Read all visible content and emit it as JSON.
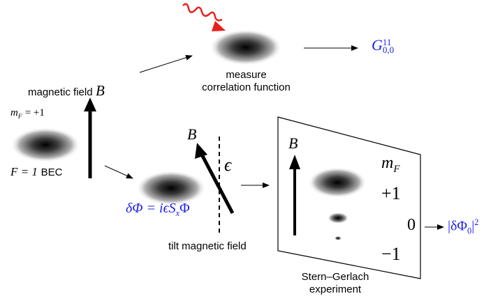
{
  "labels": {
    "magnetic_field_prefix": "magnetic field",
    "magnetic_field_symbol": "B",
    "measure_line1": "measure",
    "measure_line2": "correlation function",
    "g_symbol": "G",
    "g_superscript": "11",
    "g_subscript": "0,0",
    "mf_label": "m",
    "mf_sub": "F",
    "mf_value": "= +1",
    "f_label": "F = 1",
    "bec": "BEC",
    "b_tilted": "B",
    "epsilon": "ϵ",
    "perturbation": "δΦ = iϵS",
    "perturbation_sub": "x",
    "perturbation_end": "Φ",
    "tilt_caption": "tilt magnetic field",
    "sg_b": "B",
    "sg_mf": "m",
    "sg_mf_sub": "F",
    "sg_plus1": "+1",
    "sg_zero": "0",
    "sg_minus1": "−1",
    "result": "|δΦ",
    "result_sub": "0",
    "result_end": "|",
    "result_sup": "2",
    "sg_caption_line1": "Stern–Gerlach",
    "sg_caption_line2": "experiment"
  },
  "colors": {
    "accent_blue": "#1f22e8",
    "photon_red": "#e8201a"
  }
}
